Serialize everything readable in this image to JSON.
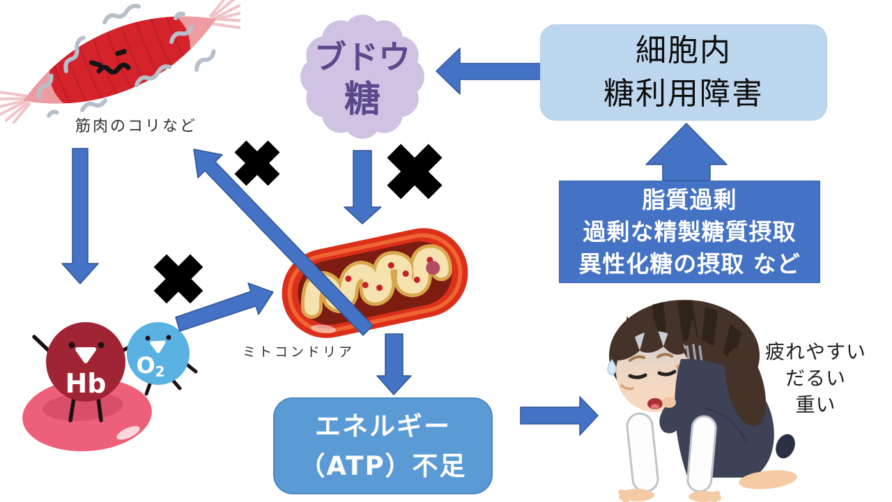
{
  "boxes": {
    "cell_disorder": {
      "lines": [
        "細胞内",
        "糖利用障害"
      ]
    },
    "causes": {
      "lines": [
        "脂質過剰",
        "過剰な精製糖質摂取",
        "異性化糖の摂取 など"
      ]
    },
    "energy": {
      "lines": [
        "エネルギー",
        "（ATP）不足"
      ]
    }
  },
  "labels": {
    "muscle": "筋肉のコリなど",
    "mitochondria": "ミトコンドリア",
    "symptoms": [
      "疲れやすい",
      "だるい",
      "重い"
    ]
  },
  "characters": {
    "glucose": {
      "lines": [
        "ブドウ",
        "糖"
      ]
    },
    "hemoglobin": "Hb",
    "oxygen": {
      "main": "O",
      "sub": "2"
    }
  },
  "colors": {
    "arrow_blue": "#4472c4",
    "cell_box_bg": "#bdd7ee",
    "causes_box_bg": "#4472c4",
    "energy_box_bg": "#5b9bd5",
    "x_mark": "#000000",
    "glucose_purple": "#cfc2e2",
    "mitochondria_red": "#db2f1a"
  }
}
